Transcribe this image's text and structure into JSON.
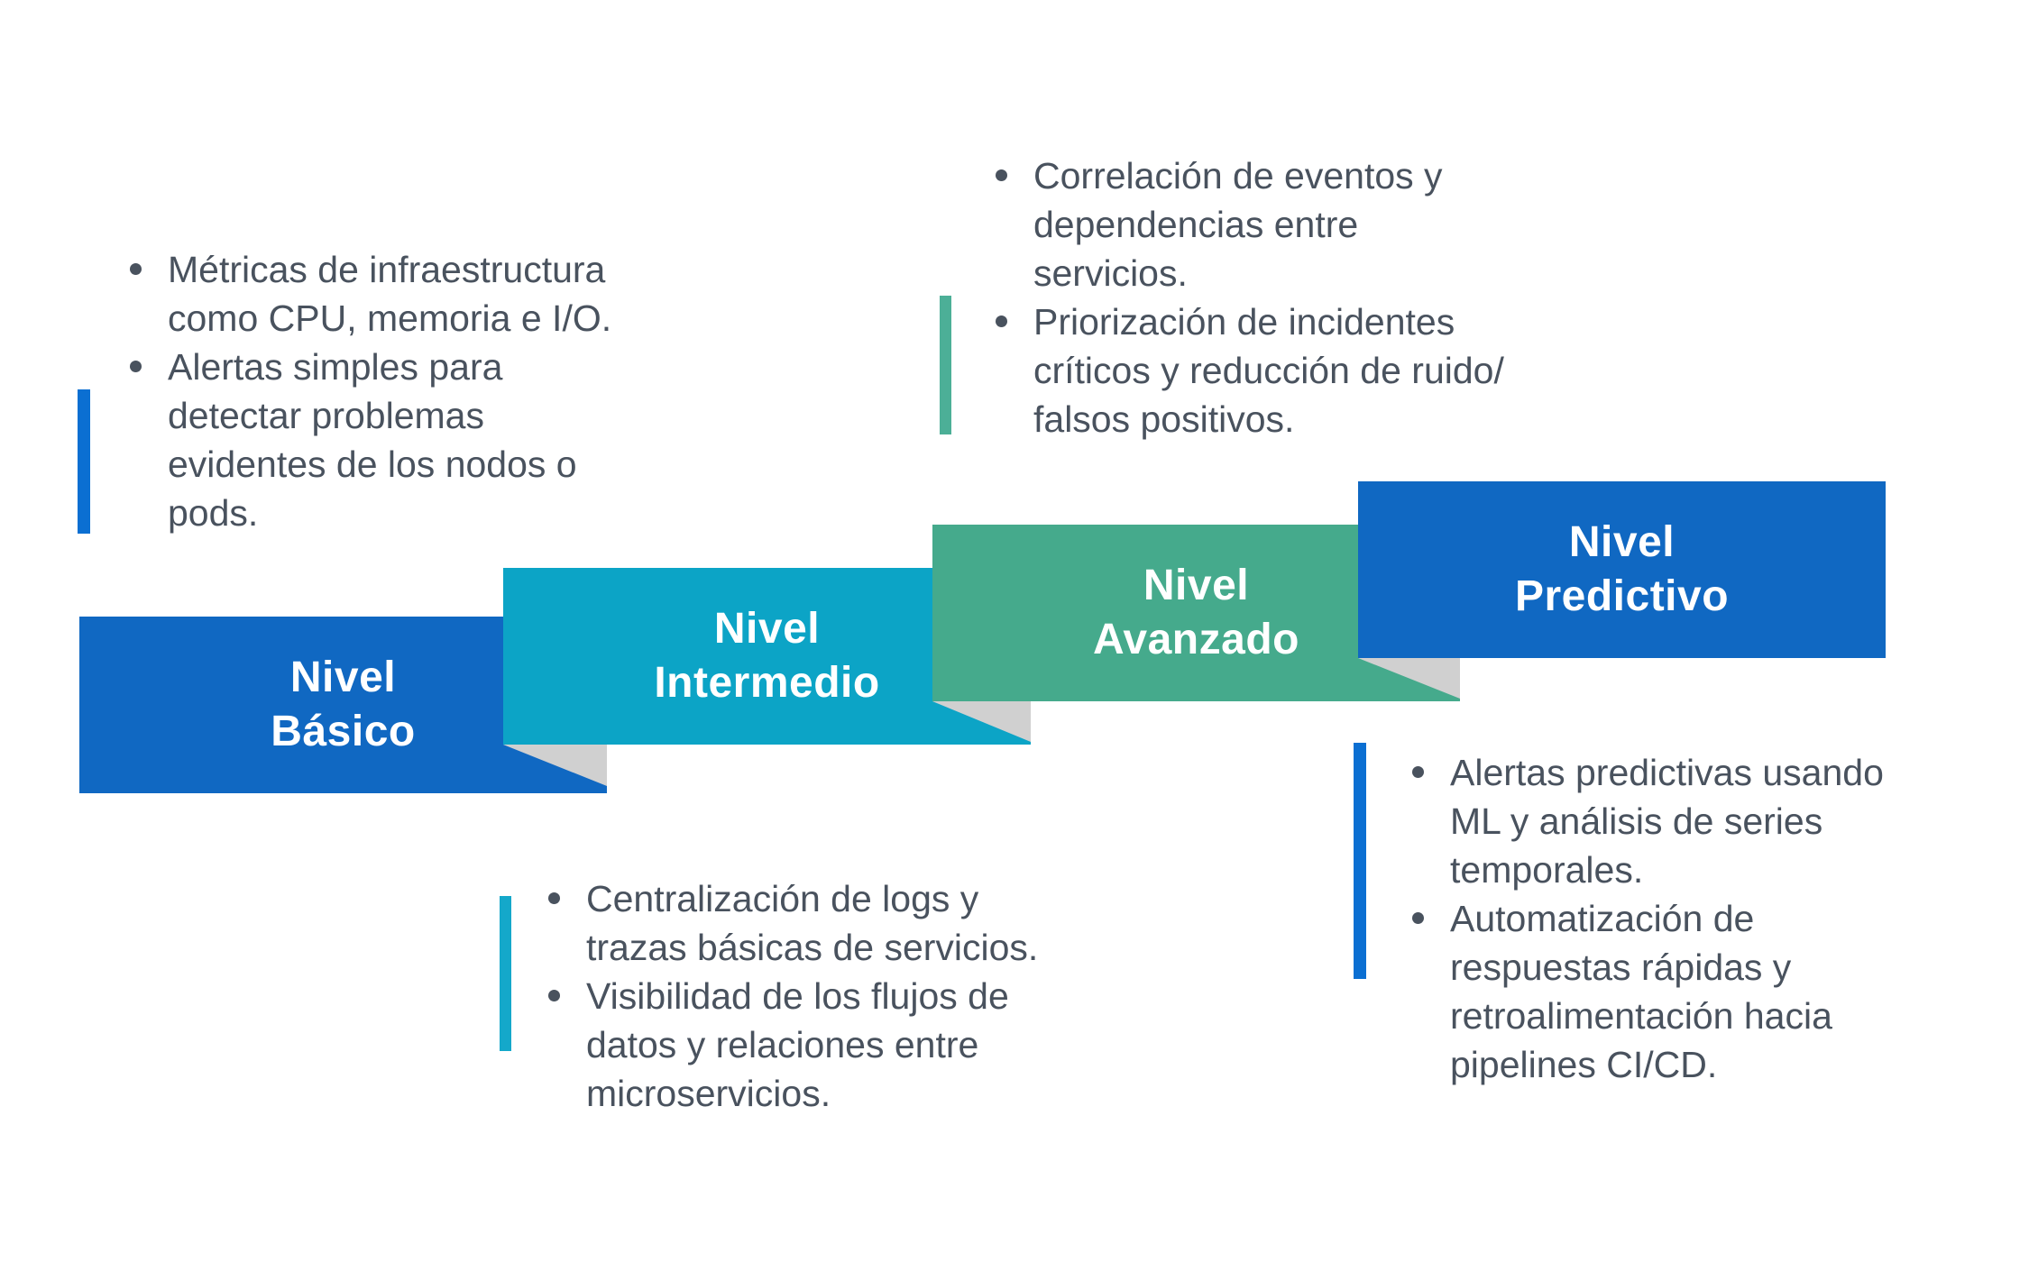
{
  "colors": {
    "banner_blue": "#1068C2",
    "banner_teal": "#0CA4C6",
    "banner_green": "#45AA8C",
    "fold_gray": "#D0D0D0",
    "accent_blue": "#0B6FD2",
    "accent_green": "#4CAF97",
    "accent_cyan": "#14A8CA",
    "text_dark": "#49525E"
  },
  "banners": [
    {
      "id": "basico",
      "title": "Nivel\nBásico"
    },
    {
      "id": "intermedio",
      "title": "Nivel\nIntermedio"
    },
    {
      "id": "avanzado",
      "title": "Nivel\nAvanzado"
    },
    {
      "id": "predictivo",
      "title": "Nivel\nPredictivo"
    }
  ],
  "lists": {
    "basico": {
      "items": [
        "Métricas de infraestructura\ncomo CPU, memoria e I/O.",
        "Alertas simples para\ndetectar problemas\nevidentes de los nodos o\npods."
      ]
    },
    "avanzado": {
      "items": [
        "Correlación de eventos y\ndependencias entre\nservicios.",
        "Priorización de incidentes\ncríticos y reducción de ruido/\nfalsos positivos."
      ]
    },
    "intermedio": {
      "items": [
        "Centralización de logs y\ntrazas básicas de servicios.",
        "Visibilidad de los flujos de\ndatos y relaciones entre\nmicroservicios."
      ]
    },
    "predictivo": {
      "items": [
        "Alertas predictivas usando\nML y análisis de series\ntemporales.",
        "Automatización de\nrespuestas rápidas y\nretroalimentación hacia\npipelines CI/CD."
      ]
    }
  }
}
